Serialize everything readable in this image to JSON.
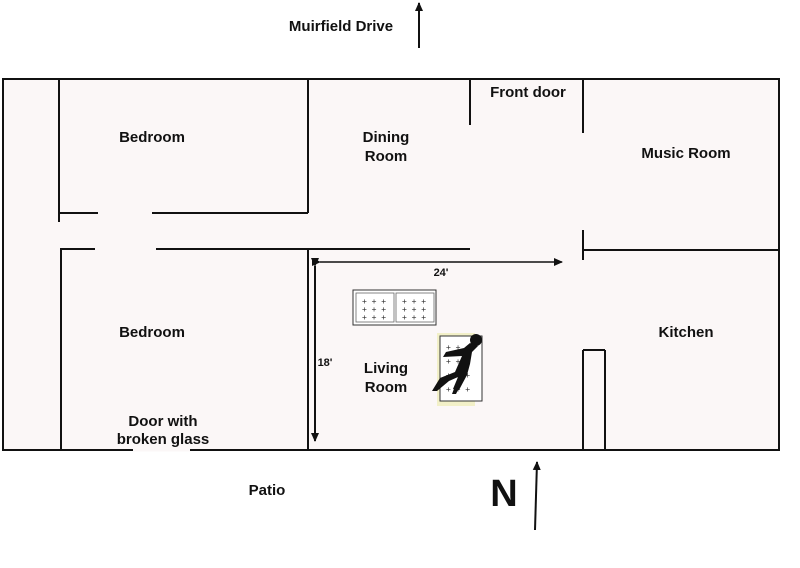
{
  "street": "Muirfield Drive",
  "rooms": {
    "bedroom_top": "Bedroom",
    "dining_line1": "Dining",
    "dining_line2": "Room",
    "front_door": "Front door",
    "music_room": "Music Room",
    "bedroom_bottom": "Bedroom",
    "living_line1": "Living",
    "living_line2": "Room",
    "kitchen": "Kitchen",
    "door_line1": "Door with",
    "door_line2": "broken glass",
    "patio": "Patio"
  },
  "dimensions": {
    "width": "24'",
    "height": "18'"
  },
  "compass": "N",
  "colors": {
    "floor": "#fbf7f7",
    "rug": "#f2f0c8"
  }
}
